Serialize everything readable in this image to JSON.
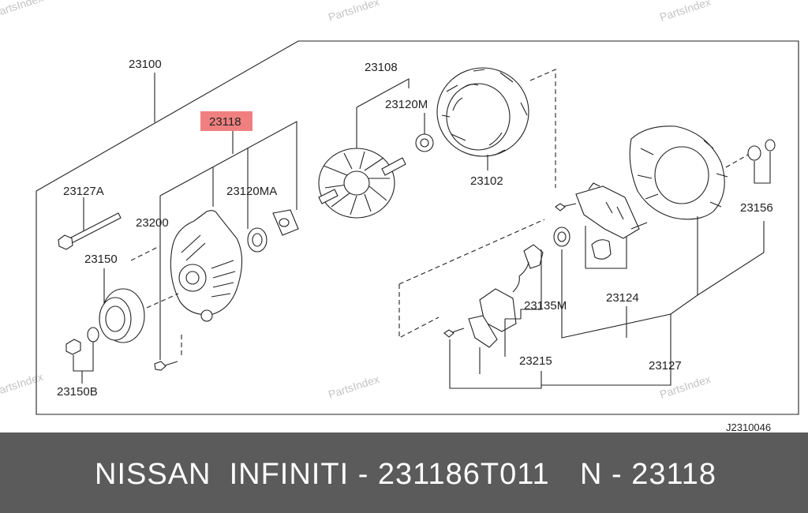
{
  "watermarks": [
    "PartsIndex",
    "PartsIndex",
    "PartsIndex",
    "PartsIndex",
    "PartsIndex"
  ],
  "diagram_code": "J2310046",
  "highlight_color": "#f08080",
  "part_labels": {
    "p23100": "23100",
    "p23118": "23118",
    "p23127A": "23127A",
    "p23200": "23200",
    "p23120MA": "23120MA",
    "p23150": "23150",
    "p23150B": "23150B",
    "p23108": "23108",
    "p23120M": "23120M",
    "p23102": "23102",
    "p23156": "23156",
    "p23124": "23124",
    "p23135M": "23135M",
    "p23215": "23215",
    "p23127": "23127"
  },
  "footer": {
    "brand_line": "NISSAN  INFINITI - 231186T011",
    "code": "N - 23118"
  }
}
